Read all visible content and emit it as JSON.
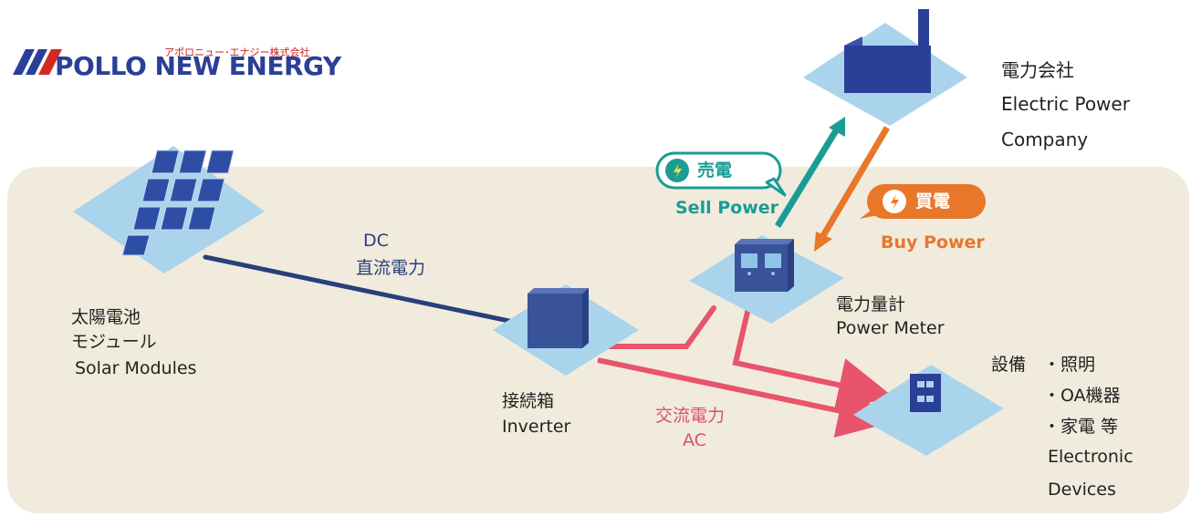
{
  "logo": {
    "name": "POLLO NEW ENERGY",
    "sub": "アポロニュー･エナジー株式会社"
  },
  "nodes": {
    "power_company": {
      "jp": "電力会社",
      "en1": "Electric Power",
      "en2": "Company"
    },
    "solar": {
      "jp1": "太陽電池",
      "jp2": "モジュール",
      "en": "Solar Modules"
    },
    "inverter": {
      "jp": "接続箱",
      "en": "Inverter"
    },
    "meter": {
      "jp": "電力量計",
      "en": "Power Meter"
    },
    "devices": {
      "head": "設備",
      "item1": "・照明",
      "item2": "・OA機器",
      "item3": "・家電 等",
      "en1": "Electronic",
      "en2": "Devices"
    }
  },
  "flows": {
    "dc": {
      "en": "DC",
      "jp": "直流電力"
    },
    "ac": {
      "jp": "交流電力",
      "en": "AC"
    },
    "sell": {
      "jp": "売電",
      "en": "Sell Power"
    },
    "buy": {
      "jp": "買電",
      "en": "Buy Power"
    }
  },
  "colors": {
    "panel": "#f1ebdd",
    "tile": "#a9d4ec",
    "dc_line": "#27407a",
    "ac_line": "#e8546c",
    "sell": "#1a9c95",
    "buy": "#e8772a",
    "logo_blue": "#2a3f98",
    "logo_red": "#d22a20"
  }
}
